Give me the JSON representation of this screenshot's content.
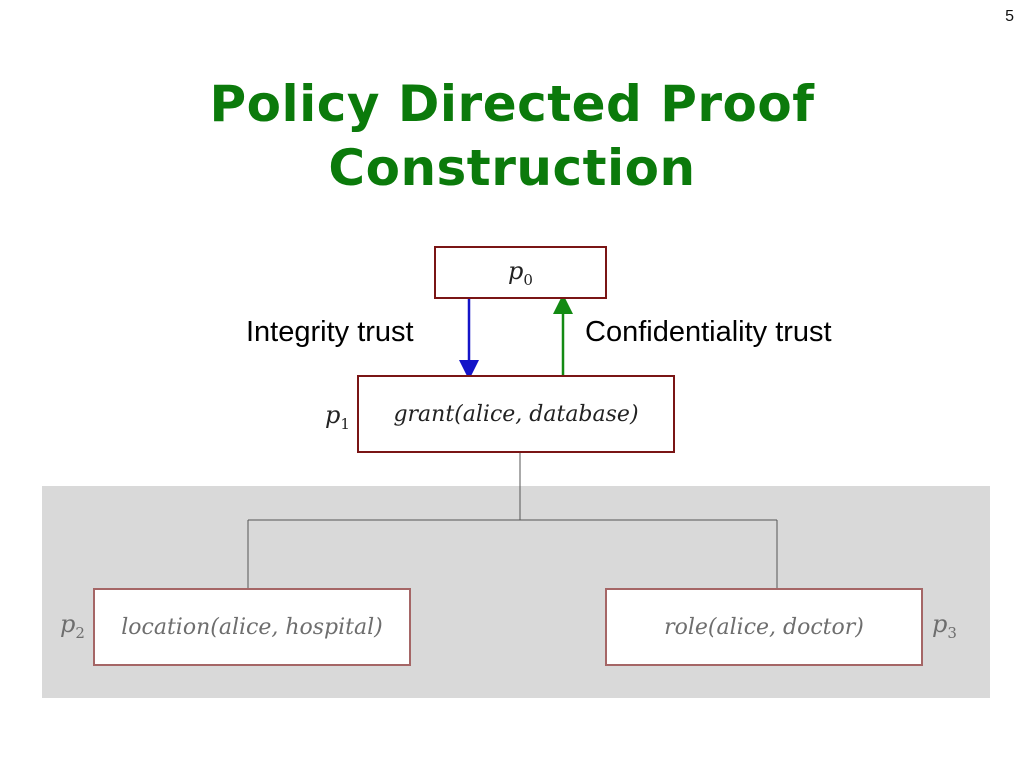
{
  "slide": {
    "page_number": "5",
    "title_line1": "Policy Directed Proof",
    "title_line2": "Construction"
  },
  "diagram": {
    "p0": {
      "label_base": "p",
      "label_sub": "0"
    },
    "p1": {
      "label_base": "p",
      "label_sub": "1",
      "box_text": "grant(alice, database)"
    },
    "p2": {
      "label_base": "p",
      "label_sub": "2",
      "box_text": "location(alice, hospital)"
    },
    "p3": {
      "label_base": "p",
      "label_sub": "3",
      "box_text": "role(alice, doctor)"
    },
    "integrity_label": "Integrity trust",
    "confidentiality_label": "Confidentiality trust",
    "colors": {
      "title": "#0b7a0b",
      "integrity_arrow": "#1414c8",
      "confidentiality_arrow": "#138a13",
      "box_border": "#7a1515",
      "panel": "#d9d9d9"
    }
  }
}
